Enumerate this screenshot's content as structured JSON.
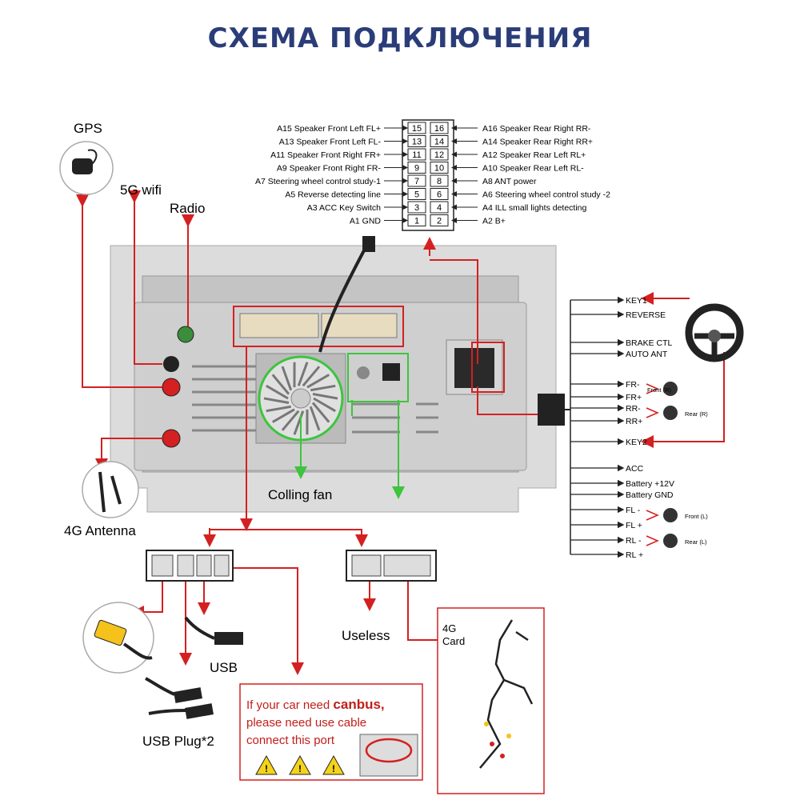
{
  "title": "СХЕМА ПОДКЛЮЧЕНИЯ",
  "pinout": {
    "rows": [
      {
        "left_label": "A15  Speaker Front Left FL+",
        "left_num": "15",
        "right_num": "16",
        "right_label": "A16  Speaker Rear Right RR-"
      },
      {
        "left_label": "A13  Speaker Front Left FL-",
        "left_num": "13",
        "right_num": "14",
        "right_label": "A14  Speaker Rear Right RR+"
      },
      {
        "left_label": "A11  Speaker Front Right FR+",
        "left_num": "11",
        "right_num": "12",
        "right_label": "A12  Speaker Rear Left RL+"
      },
      {
        "left_label": "A9  Speaker Front Right FR-",
        "left_num": "9",
        "right_num": "10",
        "right_label": "A10  Speaker Rear Left RL-"
      },
      {
        "left_label": "A7  Steering wheel control study-1",
        "left_num": "7",
        "right_num": "8",
        "right_label": "A8  ANT power"
      },
      {
        "left_label": "A5  Reverse detecting line",
        "left_num": "5",
        "right_num": "6",
        "right_label": "A6  Steering wheel control study -2"
      },
      {
        "left_label": "A3 ACC Key Switch",
        "left_num": "3",
        "right_num": "4",
        "right_label": "A4  ILL small lights detecting"
      },
      {
        "left_label": "A1 GND",
        "left_num": "1",
        "right_num": "2",
        "right_label": "A2  B+"
      }
    ]
  },
  "labels": {
    "gps": "GPS",
    "wifi": "5G wifi",
    "radio": "Radio",
    "antenna4g": "4G Antenna",
    "fan": "Colling fan",
    "usb": "USB",
    "usb_plug": "USB Plug*2",
    "useless": "Useless",
    "card4g_line1": "4G",
    "card4g_line2": "Card"
  },
  "wiring_right": [
    {
      "label": "KEY1"
    },
    {
      "label": "REVERSE"
    },
    {
      "label": "BRAKE CTL"
    },
    {
      "label": "AUTO ANT"
    },
    {
      "label": "FR-"
    },
    {
      "label": "FR+"
    },
    {
      "label": "RR-"
    },
    {
      "label": "RR+"
    },
    {
      "label": "KEY2"
    },
    {
      "label": "ACC"
    },
    {
      "label": "Battery +12V"
    },
    {
      "label": "Battery GND"
    },
    {
      "label": "FL -"
    },
    {
      "label": "FL +"
    },
    {
      "label": "RL -"
    },
    {
      "label": "RL +"
    }
  ],
  "speakers": {
    "front_r": "Front (R)",
    "rear_r": "Rear (R)",
    "front_l": "Front (L)",
    "rear_l": "Rear (L)"
  },
  "canbus": {
    "line1_a": "If your car need ",
    "line1_b": "canbus,",
    "line2": "please need use cable",
    "line3": "connect this port"
  },
  "colors": {
    "accent_red": "#d42020",
    "accent_green": "#3ec43e",
    "title_blue": "#2b3d78"
  }
}
